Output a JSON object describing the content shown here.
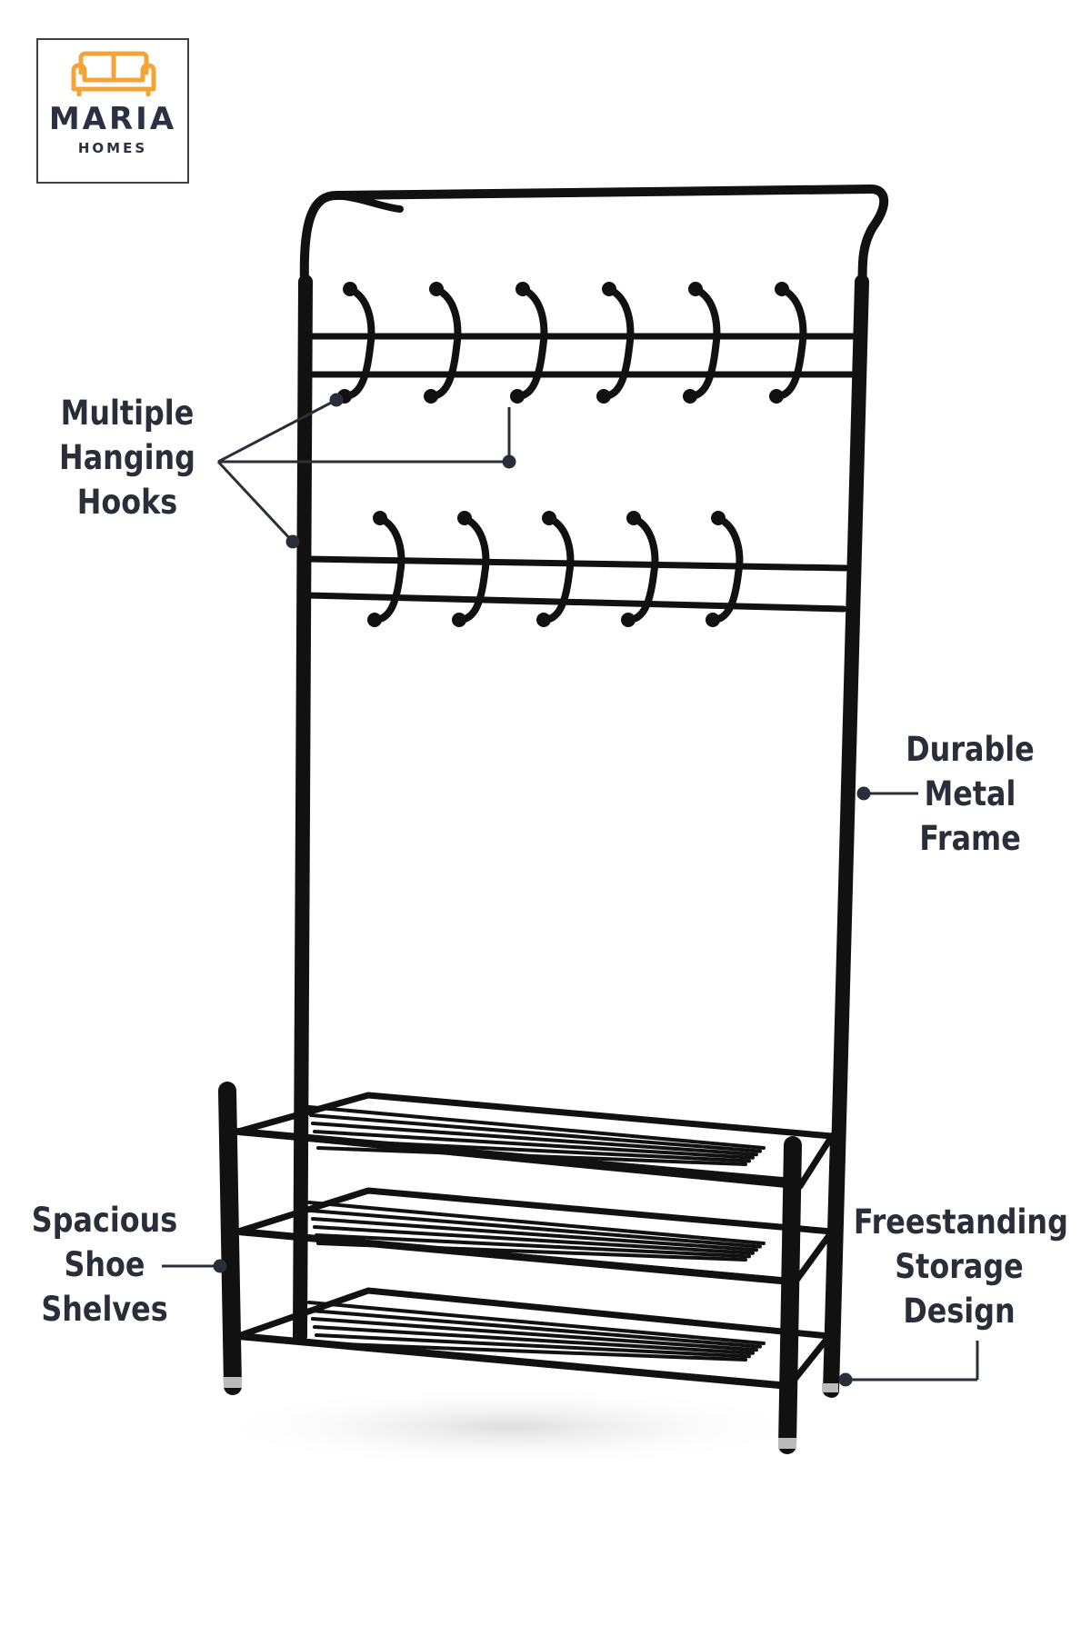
{
  "brand": {
    "name": "MARIA",
    "tagline": "HOMES",
    "icon": "sofa-icon",
    "accent_color": "#f4a436",
    "text_color": "#2b3142"
  },
  "callouts": {
    "hooks": [
      "Multiple",
      "Hanging",
      "Hooks"
    ],
    "frame": [
      "Durable",
      "Metal",
      "Frame"
    ],
    "shelves": [
      "Spacious",
      "Shoe",
      "Shelves"
    ],
    "freestanding": [
      "Freestanding",
      "Storage",
      "Design"
    ]
  },
  "product": {
    "image": "coat-rack-shoe-shelf",
    "color": "#111111",
    "hooks_upper_row": 6,
    "hooks_lower_row": 5,
    "shoe_shelves": 3
  }
}
